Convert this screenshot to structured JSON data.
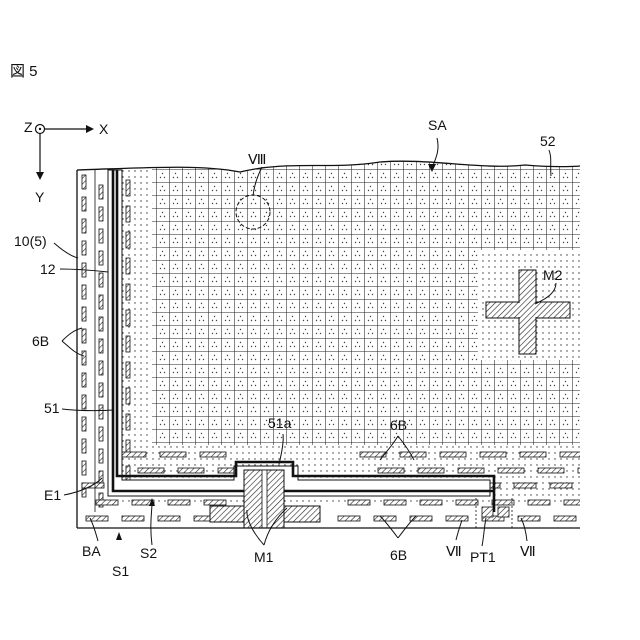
{
  "figure_label": "図 5",
  "axes": {
    "z": "Z",
    "x": "X",
    "y": "Y"
  },
  "labels": {
    "sa": "SA",
    "n52": "52",
    "viii": "Ⅷ",
    "m2": "M2",
    "n10": "10(5)",
    "n12": "12",
    "b6_left": "6B",
    "n51": "51",
    "n51a": "51a",
    "b6_top": "6B",
    "e1": "E1",
    "ba": "BA",
    "s1": "S1",
    "s2": "S2",
    "m1": "M1",
    "b6_bottom": "6B",
    "vii_left": "Ⅶ",
    "pt1": "PT1",
    "vii_right": "Ⅶ"
  }
}
